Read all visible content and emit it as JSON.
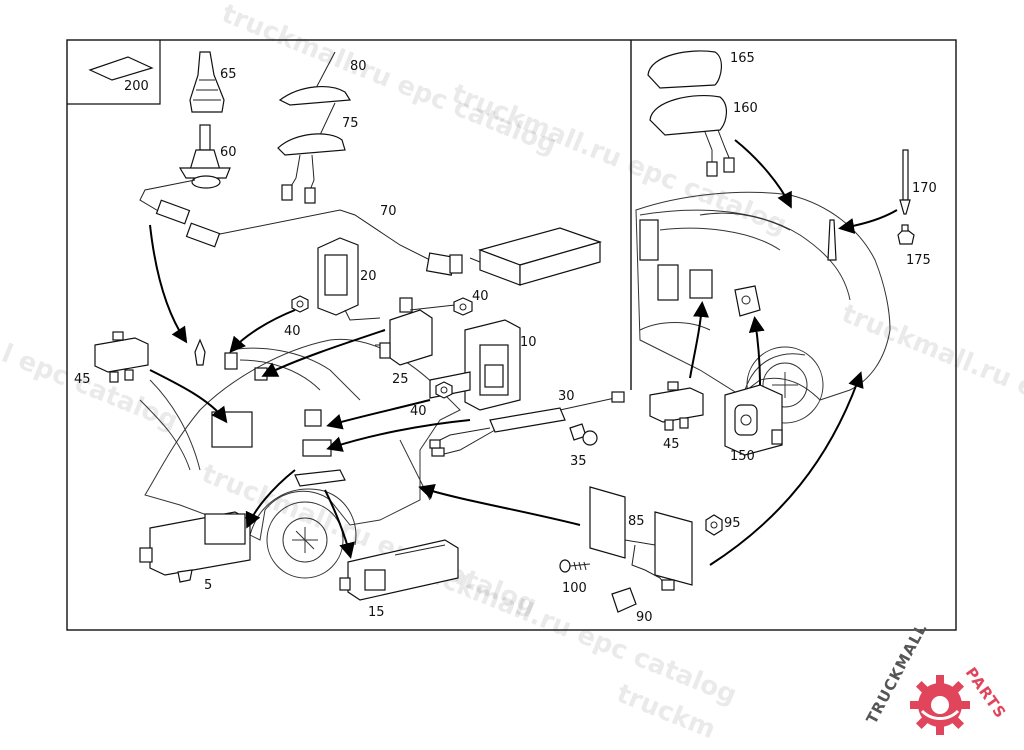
{
  "watermark": {
    "text_a": "truckmall.ru epc catalog",
    "text_b": "truckmall.ru epc catalog",
    "text_c": "truckmall.ru epc catalog",
    "text_d": "truckmall.ru epc catalog",
    "text_e": "l epc catalog",
    "text_f": "truckmall.ru e"
  },
  "logo": {
    "word_a": "TRUCKMALL",
    "word_b": "PARTS",
    "color_dark": "#555555",
    "color_accent": "#e0455b"
  },
  "colors": {
    "frame": "#111111",
    "line": "#222222",
    "arrow": "#000000"
  },
  "parts": {
    "p5": "5",
    "p10": "10",
    "p15": "15",
    "p20": "20",
    "p25": "25",
    "p30": "30",
    "p35": "35",
    "p40a": "40",
    "p40b": "40",
    "p40c": "40",
    "p45a": "45",
    "p45b": "45",
    "p60": "60",
    "p65": "65",
    "p70": "70",
    "p75": "75",
    "p80": "80",
    "p85": "85",
    "p90": "90",
    "p95": "95",
    "p100": "100",
    "p150": "150",
    "p160": "160",
    "p165": "165",
    "p170": "170",
    "p175": "175",
    "p200": "200"
  }
}
